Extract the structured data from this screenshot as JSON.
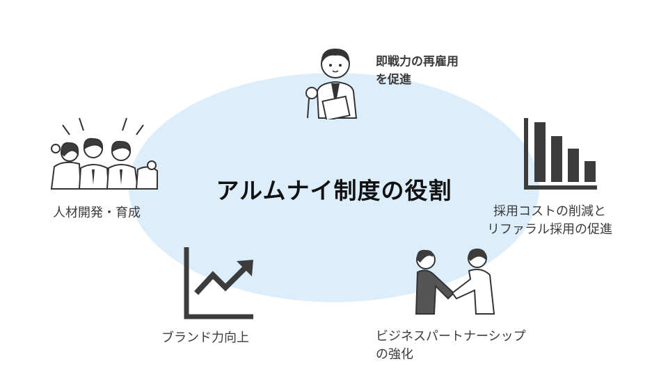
{
  "title": "アルムナイ制度の役割",
  "roles": [
    {
      "lines": [
        "即戦力の再雇用",
        "を促進"
      ],
      "icon": "businessman-icon"
    },
    {
      "lines": [
        "採用コストの削減と",
        "リファラル採用の促進"
      ],
      "icon": "bar-chart-decreasing-icon"
    },
    {
      "lines": [
        "ビジネスパートナーシップ",
        "の強化"
      ],
      "icon": "handshake-icon"
    },
    {
      "lines": [
        "ブランド力向上"
      ],
      "icon": "line-chart-rising-icon"
    },
    {
      "lines": [
        "人材開発・育成"
      ],
      "icon": "team-cheering-icon"
    }
  ],
  "colors": {
    "ellipse": "#dcedfb",
    "text": "#3a3a3a",
    "icon": "#3c3c3c"
  }
}
